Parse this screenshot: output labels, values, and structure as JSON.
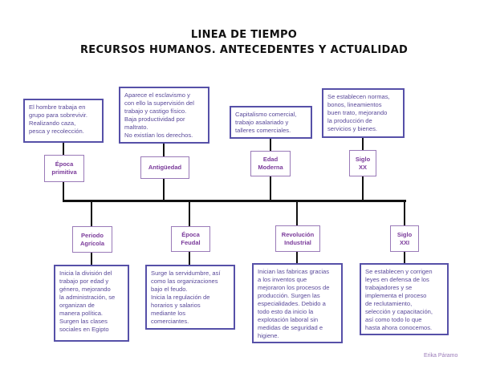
{
  "title": {
    "line1": "LINEA DE TIEMPO",
    "line2": "RECURSOS HUMANOS. ANTECEDENTES Y ACTUALIDAD"
  },
  "top": [
    {
      "label": "Época\nprimitiva",
      "text": "El hombre trabaja en\ngrupo para sobrevivir.\nRealizando caza,\npesca y recolección."
    },
    {
      "label": "Antigüedad",
      "text": "Aparece el esclavismo y\ncon ello la supervisión del\ntrabajo y castigo físico.\nBaja productividad por\nmaltrato.\nNo existían los derechos."
    },
    {
      "label": "Edad\nModerna",
      "text": "Capitalismo comercial,\ntrabajo asalariado y\ntalleres comerciales."
    },
    {
      "label": "Siglo\nXX",
      "text": "Se establecen normas,\nbonos, lineamientos\nbuen trato, mejorando\nla producción de\nservicios y bienes."
    }
  ],
  "bottom": [
    {
      "label": "Periodo\nAgrícola",
      "text": "Inicia la división del\ntrabajo por edad y\ngénero, mejorando\nla administración, se\norganizan de\nmanera política.\nSurgen las clases\nsociales en Egipto"
    },
    {
      "label": "Época\nFeudal",
      "text": "Surge la servidumbre, así\ncomo las organizaciones\nbajo el feudo.\nInicia la regulación de\nhorarios y salarios\nmediante los\ncomerciantes."
    },
    {
      "label": "Revolución\nIndustrial",
      "text": "Inician las fabricas gracias\na los inventos que\nmejoraron los procesos de\nproducción. Surgen las\nespecialidades. Debido a\ntodo esto da inicio la\nexplotación laboral sin\nmedidas de seguridad e\nhigiene."
    },
    {
      "label": "Siglo\nXXI",
      "text": "Se establecen y corrigen\nleyes en defensa de los\ntrabajadores y se\nimplementa el proceso\nde reclutamiento,\nselección y capacitación,\nasí como todo lo que\nhasta ahora conocemos."
    }
  ],
  "author": "Erika Páramo"
}
